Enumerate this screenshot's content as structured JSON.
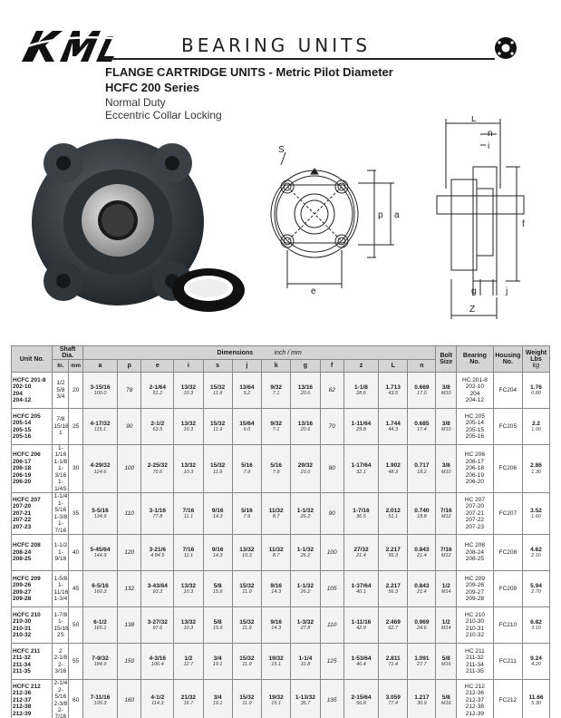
{
  "header": {
    "brand": "KML",
    "title": "BEARING UNITS",
    "line1": "FLANGE CARTRIDGE UNITS - Metric Pilot Diameter",
    "line2": "HCFC 200 Series",
    "line3": "Normal Duty",
    "line4": "Eccentric Collar Locking"
  },
  "diagram_labels": {
    "s": "S",
    "p": "p",
    "a": "a",
    "e": "e",
    "L": "L",
    "n": "n",
    "i": "i",
    "f": "f",
    "g": "g",
    "j": "j",
    "z": "Z"
  },
  "table": {
    "headers": {
      "unit_no": "Unit No.",
      "shaft_dia": "Shaft Dia.",
      "in": "In.",
      "mm": "mm",
      "dimensions": "Dimensions",
      "inch_mm": "inch / mm",
      "a": "a",
      "p": "p",
      "e": "e",
      "i": "i",
      "s": "s",
      "j": "j",
      "k": "k",
      "g": "g",
      "f": "f",
      "z": "z",
      "L": "L",
      "n": "n",
      "bolt_size": "Bolt Size",
      "bearing_no": "Bearing No.",
      "housing_no": "Housing No.",
      "weight": "Weight Lbs",
      "weight_unit": "kg"
    },
    "rows": [
      {
        "units": [
          "HCFC 201-8",
          "202-10",
          "204",
          "204-12"
        ],
        "in": [
          "1/2",
          "5/8",
          "",
          "3/4"
        ],
        "mm": "20",
        "a": "3-15/16",
        "a_mm": "100.0",
        "p": "78",
        "e": "2-1/64",
        "e_mm": "51.2",
        "i": "13/32",
        "i_mm": "10.3",
        "s": "15/32",
        "s_mm": "11.9",
        "j": "13/64",
        "j_mm": "5.2",
        "k": "9/32",
        "k_mm": "7.1",
        "g": "13/16",
        "g_mm": "20.6",
        "f": "62",
        "z": "1-1/8",
        "z_mm": "28.6",
        "L": "1.713",
        "L_mm": "43.5",
        "n": "0.669",
        "n_mm": "17.0",
        "bolt": "3/8",
        "bolt_mm": "M10",
        "bearings": [
          "HC 201-8",
          "202-10",
          "204",
          "204-12"
        ],
        "housing": "FC204",
        "weight": "1.76",
        "weight_kg": "0.80"
      },
      {
        "units": [
          "HCFC 205",
          "205-14",
          "205-15",
          "205-16"
        ],
        "in": [
          "",
          "7/8",
          "15/16",
          "1"
        ],
        "mm": "25",
        "a": "4-17/32",
        "a_mm": "115.1",
        "p": "90",
        "e": "2-1/2",
        "e_mm": "63.5",
        "i": "13/32",
        "i_mm": "10.3",
        "s": "15/32",
        "s_mm": "11.9",
        "j": "15/64",
        "j_mm": "6.0",
        "k": "9/32",
        "k_mm": "7.1",
        "g": "13/16",
        "g_mm": "20.6",
        "f": "70",
        "z": "1-11/64",
        "z_mm": "29.8",
        "L": "1.744",
        "L_mm": "44.3",
        "n": "0.685",
        "n_mm": "17.4",
        "bolt": "3/8",
        "bolt_mm": "M10",
        "bearings": [
          "HC 205",
          "205-14",
          "205-15",
          "205-16"
        ],
        "housing": "FC205",
        "weight": "2.2",
        "weight_kg": "1.00"
      },
      {
        "units": [
          "HCFC 206",
          "206-17",
          "206-18",
          "206-19",
          "206-20"
        ],
        "in": [
          "",
          "1-1/16",
          "1-1/8",
          "1-3/16",
          "1-1/4S"
        ],
        "mm": "30",
        "a": "4-29/32",
        "a_mm": "124.6",
        "p": "100",
        "e": "2-25/32",
        "e_mm": "70.6",
        "i": "13/32",
        "i_mm": "10.3",
        "s": "15/32",
        "s_mm": "11.9",
        "j": "5/16",
        "j_mm": "7.9",
        "k": "5/16",
        "k_mm": "7.9",
        "g": "29/32",
        "g_mm": "23.0",
        "f": "80",
        "z": "1-17/64",
        "z_mm": "32.1",
        "L": "1.902",
        "L_mm": "48.3",
        "n": "0.717",
        "n_mm": "18.2",
        "bolt": "3/8",
        "bolt_mm": "M10",
        "bearings": [
          "HC 206",
          "206-17",
          "206-18",
          "206-19",
          "206-20"
        ],
        "housing": "FC206",
        "weight": "2.86",
        "weight_kg": "1.30"
      },
      {
        "units": [
          "HCFC 207",
          "207-20",
          "207-21",
          "207-22",
          "207-23"
        ],
        "in": [
          "",
          "1-1/4",
          "1-5/16",
          "1-3/8",
          "1-7/16"
        ],
        "mm": "35",
        "a": "5-5/16",
        "a_mm": "134.9",
        "p": "110",
        "e": "3-1/16",
        "e_mm": "77.8",
        "i": "7/16",
        "i_mm": "11.1",
        "s": "9/16",
        "s_mm": "14.3",
        "j": "5/16",
        "j_mm": "7.9",
        "k": "11/32",
        "k_mm": "8.7",
        "g": "1-1/32",
        "g_mm": "26.2",
        "f": "90",
        "z": "1-7/16",
        "z_mm": "36.5",
        "L": "2.012",
        "L_mm": "51.1",
        "n": "0.740",
        "n_mm": "18.8",
        "bolt": "7/16",
        "bolt_mm": "M12",
        "bearings": [
          "HC 207",
          "207-20",
          "207-21",
          "207-22",
          "207-23"
        ],
        "housing": "FC207",
        "weight": "3.52",
        "weight_kg": "1.60"
      },
      {
        "units": [
          "HCFC 208",
          "208-24",
          "208-25"
        ],
        "in": [
          "",
          "1-1/2",
          "1-9/16"
        ],
        "mm": "40",
        "a": "5-45/64",
        "a_mm": "144.9",
        "p": "120",
        "e": "3-21/6",
        "e_mm": "4 84.5",
        "i": "7/16",
        "i_mm": "11.1",
        "s": "9/16",
        "s_mm": "14.3",
        "j": "13/32",
        "j_mm": "10.3",
        "k": "11/32",
        "k_mm": "8.7",
        "g": "1-1/32",
        "g_mm": "26.2",
        "f": "100",
        "z": "27/32",
        "z_mm": "21.4",
        "L": "2.217",
        "L_mm": "56.3",
        "n": "0.843",
        "n_mm": "21.4",
        "bolt": "7/16",
        "bolt_mm": "M12",
        "bearings": [
          "HC 208",
          "208-24",
          "208-25"
        ],
        "housing": "FC208",
        "weight": "4.62",
        "weight_kg": "2.10"
      },
      {
        "units": [
          "HCFC 209",
          "209-26",
          "209-27",
          "209-28"
        ],
        "in": [
          "",
          "1-5/8",
          "1-11/16",
          "1-3/4"
        ],
        "mm": "45",
        "a": "6-5/16",
        "a_mm": "160.3",
        "p": "132",
        "e": "3-43/64",
        "e_mm": "93.3",
        "i": "13/32",
        "i_mm": "10.3",
        "s": "5/8",
        "s_mm": "15.9",
        "j": "15/32",
        "j_mm": "11.9",
        "k": "9/16",
        "k_mm": "14.3",
        "g": "1-1/32",
        "g_mm": "26.2",
        "f": "105",
        "z": "1-37/64",
        "z_mm": "40.1",
        "L": "2.217",
        "L_mm": "56.3",
        "n": "0.843",
        "n_mm": "21.4",
        "bolt": "1/2",
        "bolt_mm": "M14",
        "bearings": [
          "HC 209",
          "209-26",
          "209-27",
          "209-28"
        ],
        "housing": "FC209",
        "weight": "5.94",
        "weight_kg": "2.70"
      },
      {
        "units": [
          "HCFC 210",
          "210-30",
          "210-31",
          "210-32"
        ],
        "in": [
          "",
          "1-7/8",
          "1-15/16",
          "2S"
        ],
        "mm": "50",
        "a": "6-1/2",
        "a_mm": "165.1",
        "p": "138",
        "e": "3-27/32",
        "e_mm": "97.6",
        "i": "13/32",
        "i_mm": "10.3",
        "s": "5/8",
        "s_mm": "15.9",
        "j": "15/32",
        "j_mm": "11.9",
        "k": "9/16",
        "k_mm": "14.3",
        "g": "1-3/32",
        "g_mm": "27.8",
        "f": "110",
        "z": "1-11/16",
        "z_mm": "42.9",
        "L": "2.469",
        "L_mm": "62.7",
        "n": "0.969",
        "n_mm": "24.6",
        "bolt": "1/2",
        "bolt_mm": "M14",
        "bearings": [
          "HC 210",
          "210-30",
          "210-31",
          "210-32"
        ],
        "housing": "FC210",
        "weight": "6.82",
        "weight_kg": "3.10"
      },
      {
        "units": [
          "HCFC 211",
          "211-32",
          "211-34",
          "211-35"
        ],
        "in": [
          "",
          "2",
          "2-1/8",
          "2-3/16"
        ],
        "mm": "55",
        "a": "7-9/32",
        "a_mm": "184.9",
        "p": "150",
        "e": "4-3/16",
        "e_mm": "106.4",
        "i": "1/2",
        "i_mm": "12.7",
        "s": "3/4",
        "s_mm": "19.1",
        "j": "15/32",
        "j_mm": "11.9",
        "k": "19/32",
        "k_mm": "15.1",
        "g": "1-1/4",
        "g_mm": "31.8",
        "f": "125",
        "z": "1-53/64",
        "z_mm": "46.4",
        "L": "2.811",
        "L_mm": "71.4",
        "n": "1.091",
        "n_mm": "27.7",
        "bolt": "5/8",
        "bolt_mm": "M16",
        "bearings": [
          "HC 211",
          "211-32",
          "211-34",
          "211-35"
        ],
        "housing": "FC211",
        "weight": "9.24",
        "weight_kg": "4.20"
      },
      {
        "units": [
          "HCFC 212",
          "212-36",
          "212-37",
          "212-38",
          "212-39"
        ],
        "in": [
          "",
          "2-1/4",
          "2-5/16",
          "2-3/8",
          "2-7/16"
        ],
        "mm": "60",
        "a": "7-11/16",
        "a_mm": "195.3",
        "p": "160",
        "e": "4-1/2",
        "e_mm": "114.3",
        "i": "21/32",
        "i_mm": "16.7",
        "s": "3/4",
        "s_mm": "19.1",
        "j": "15/32",
        "j_mm": "11.9",
        "k": "19/32",
        "k_mm": "15.1",
        "g": "1-13/32",
        "g_mm": "35.7",
        "f": "135",
        "z": "2-15/64",
        "z_mm": "56.8",
        "L": "3.059",
        "L_mm": "77.4",
        "n": "1.217",
        "n_mm": "30.9",
        "bolt": "5/8",
        "bolt_mm": "M16",
        "bearings": [
          "HC 212",
          "212-36",
          "212-37",
          "212-38",
          "212-39"
        ],
        "housing": "FC212",
        "weight": "11.66",
        "weight_kg": "5.30"
      }
    ]
  }
}
